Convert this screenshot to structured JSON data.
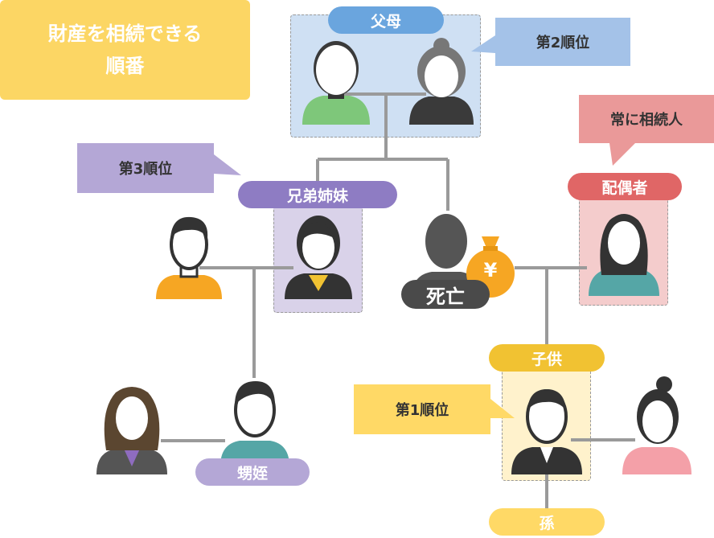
{
  "title": {
    "line1": "財産を相続できる",
    "line2": "順番"
  },
  "labels": {
    "parents": "父母",
    "siblings": "兄弟姉妹",
    "spouse": "配偶者",
    "child": "子供",
    "nephew_niece": "甥姪",
    "grandchild": "孫",
    "deceased": "死亡",
    "money": "¥"
  },
  "callouts": {
    "second": "第2順位",
    "third": "第3順位",
    "first": "第1順位",
    "always": "常に相続人"
  },
  "colors": {
    "title_bg": "#fcd664",
    "parents": "#6aa5de",
    "siblings": "#8e7cc3",
    "spouse": "#e06666",
    "child": "#f1c232",
    "callout_blue": "#a4c2e8",
    "callout_purple": "#b4a7d6",
    "callout_red": "#ea9999",
    "callout_yellow": "#ffd966"
  },
  "icons": [
    "father-icon",
    "mother-icon",
    "sibling-man-icon",
    "sibling-woman-icon",
    "deceased-icon",
    "money-bag-icon",
    "spouse-icon",
    "child-icon",
    "child-spouse-icon",
    "sibling-spouse-icon",
    "nephew-icon"
  ]
}
